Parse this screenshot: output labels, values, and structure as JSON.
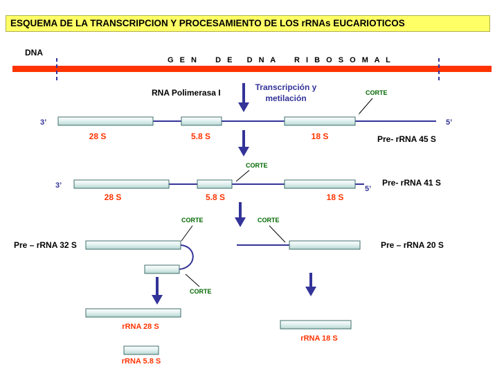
{
  "title": "ESQUEMA DE LA TRANSCRIPCION Y PROCESAMIENTO DE LOS rRNAs EUCARIOTICOS",
  "labels": {
    "dna": "DNA",
    "gene": "G E N    D E   D N A    R I B O S O M A L",
    "polymerase": "RNA Polimerasa I",
    "transcription_line1": "Transcripción y",
    "transcription_line2": "metilación",
    "three_prime": "3’",
    "five_prime": "5’",
    "s28": "28 S",
    "s58": "5.8 S",
    "s18": "18 S",
    "pre45": "Pre- rRNA 45 S",
    "pre41": "Pre- rRNA 41 S",
    "pre32": "Pre – rRNA 32 S",
    "pre20": "Pre – rRNA 20 S",
    "corte": "CORTE",
    "r28": "rRNA 28 S",
    "r58": "rRNA 5.8 S",
    "r18": "rRNA 18 S"
  },
  "colors": {
    "title_bg": "#ffff66",
    "dna_bar": "#ff3300",
    "rna_line": "#333399",
    "arrow": "#333399",
    "segment_fill": "#dff0ee",
    "label_red": "#ff3300",
    "label_green": "#006600"
  }
}
